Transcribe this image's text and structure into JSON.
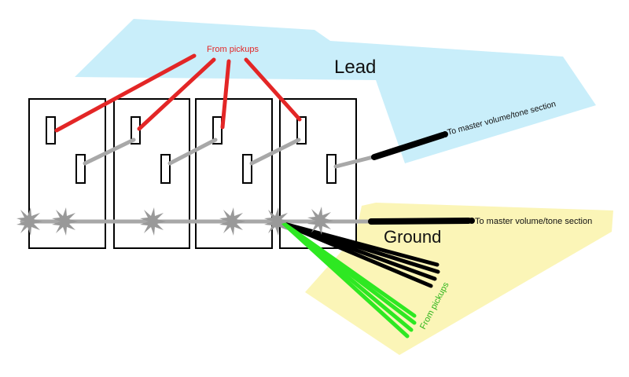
{
  "labels": {
    "red_from_pickups": "From pickups",
    "lead": "Lead",
    "lead_output": "To master volume/tone section",
    "ground": "Ground",
    "ground_output": "To master volume/tone section",
    "green_from_pickups": {
      "part1": "From ",
      "part2": "pick",
      "part3": "ups"
    }
  },
  "colors": {
    "lead_region": "#c9eefa",
    "ground_region": "#fbf5b7",
    "hot_wire": "#e32626",
    "jumper_wire": "#a8a8a8",
    "ground_wire": "#000000",
    "pickup_ground_wire": "#2ee822",
    "solder_joint": "#999999",
    "label_red": "#e32626",
    "label_green": "#2bb41a"
  }
}
